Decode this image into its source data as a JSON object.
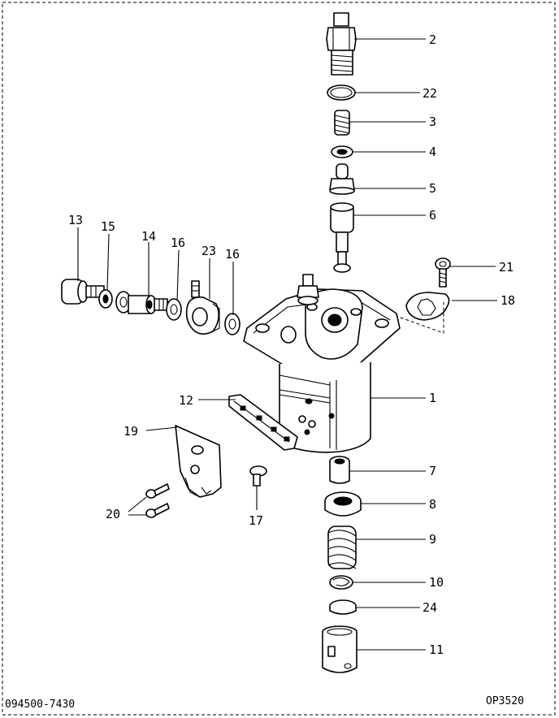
{
  "labels": {
    "p1": "1",
    "p2": "2",
    "p3": "3",
    "p4": "4",
    "p5": "5",
    "p6": "6",
    "p7": "7",
    "p8": "8",
    "p9": "9",
    "p10": "10",
    "p11": "11",
    "p12": "12",
    "p13": "13",
    "p14": "14",
    "p15": "15",
    "p16a": "16",
    "p16b": "16",
    "p17": "17",
    "p18": "18",
    "p19": "19",
    "p20": "20",
    "p21": "21",
    "p22": "22",
    "p23": "23",
    "p24": "24"
  },
  "footer": {
    "part_number": "094500-7430",
    "drawing_code": "OP3520"
  }
}
